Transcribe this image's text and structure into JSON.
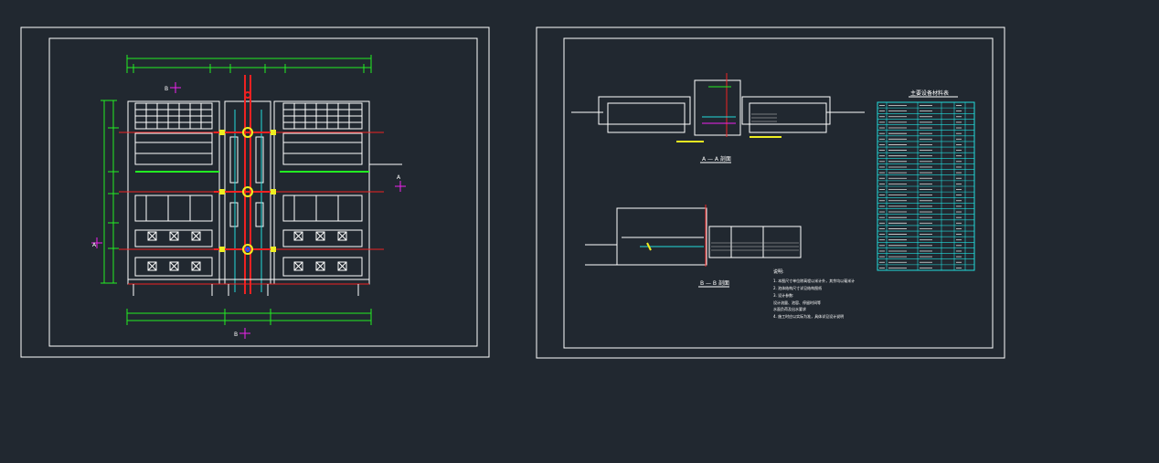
{
  "app": {
    "title": "",
    "background": "#212830"
  },
  "colors": {
    "frame": "#ffffff",
    "dim_green": "#22ee22",
    "pipe_red": "#ee2222",
    "pipe_yellow": "#eeee22",
    "cyan": "#22dddd",
    "magenta": "#ee22ee",
    "blue": "#2255ff"
  },
  "sheet_left": {
    "section_mark_b_top": "B",
    "section_mark_b_bottom": "B",
    "section_mark_a_left": "A",
    "section_mark_a_right": "A"
  },
  "sheet_right": {
    "section_aa_title": "A — A 剖面",
    "section_bb_title": "B — B 剖面",
    "table_title": "主要设备材料表",
    "notes_title": "说明:",
    "notes": [
      "1. 本图尺寸单位除高程以米计外，其余均以毫米计",
      "2. 池体结构尺寸详见结构图纸",
      "3. 设计参数:",
      "   设计流量、池容、停留时间等",
      "   水面负荷及出水要求",
      "4. 施工时应以实际为准，具体详见设计说明"
    ]
  }
}
